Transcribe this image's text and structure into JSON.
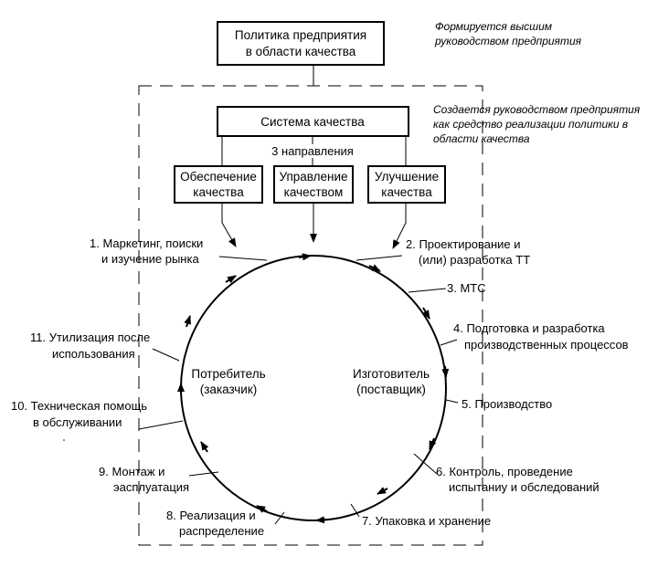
{
  "policy_box": {
    "lines": [
      "Политика предприятия",
      "в области качества"
    ]
  },
  "policy_note": {
    "lines": [
      "Формируется высшим",
      "руководством предприятия"
    ]
  },
  "system_box": {
    "label": "Система качества"
  },
  "system_note": {
    "lines": [
      "Создается руководством предприятия",
      "как средство реализации политики в",
      "области качества"
    ]
  },
  "directions_label": "3 направления",
  "directions": [
    {
      "lines": [
        "Обеспечение",
        "качества"
      ]
    },
    {
      "lines": [
        "Управление",
        "качеством"
      ]
    },
    {
      "lines": [
        "Улучшение",
        "качества"
      ]
    }
  ],
  "center_labels": {
    "consumer": [
      "Потребитель",
      "(заказчик)"
    ],
    "manufacturer": [
      "Изготовитель",
      "(поставщик)"
    ]
  },
  "stages": [
    {
      "lines": [
        "1. Маркетинг, поиски",
        "и изучение рынка"
      ]
    },
    {
      "lines": [
        "2. Проектирование и",
        "(или) разработка ТТ"
      ]
    },
    {
      "lines": [
        "3. МТС"
      ]
    },
    {
      "lines": [
        "4. Подготовка и разработка",
        "производственных процессов"
      ]
    },
    {
      "lines": [
        "5. Производство"
      ]
    },
    {
      "lines": [
        "6. Контроль, проведение",
        "испытаниу и обследований"
      ]
    },
    {
      "lines": [
        "7. Упаковка и хранение"
      ]
    },
    {
      "lines": [
        "8. Реализация и",
        "распределение"
      ]
    },
    {
      "lines": [
        "9. Монтаж и",
        "эасплуатация"
      ]
    },
    {
      "lines": [
        "10. Техническая помощь",
        "в обслуживании"
      ]
    },
    {
      "lines": [
        "11. Утилизация после",
        "использования"
      ]
    }
  ]
}
